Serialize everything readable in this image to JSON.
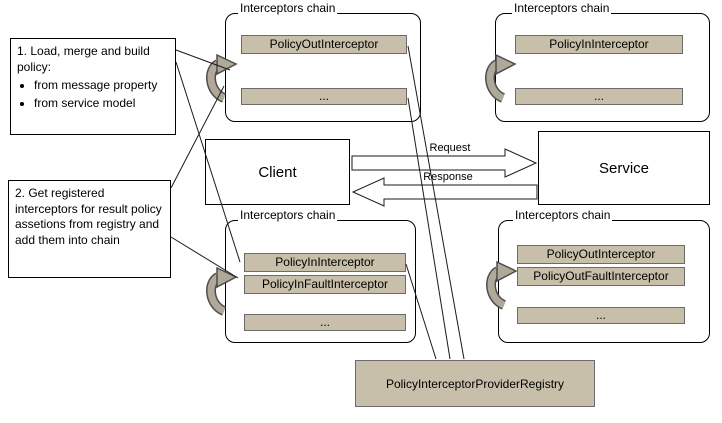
{
  "colors": {
    "box_fill": "#c8bfaa",
    "box_border": "#6b6b6b",
    "chain_border": "#000000",
    "connector_line": "#1a1a1a",
    "arrow_fill": "#ffffff",
    "curve_arrow": "#b0a899"
  },
  "notes": [
    {
      "title": "1. Load, merge and build policy:",
      "bullets": [
        "from message property",
        "from service model"
      ]
    },
    {
      "text": "2. Get registered interceptors for result policy assetions from registry and add them into chain"
    }
  ],
  "chains": [
    {
      "label": "Interceptors chain",
      "items": [
        "PolicyOutInterceptor"
      ],
      "more": "..."
    },
    {
      "label": "Interceptors chain",
      "items": [
        "PolicyInInterceptor"
      ],
      "more": "..."
    },
    {
      "label": "Interceptors chain",
      "items": [
        "PolicyInInterceptor",
        "PolicyInFaultInterceptor"
      ],
      "more": "..."
    },
    {
      "label": "Interceptors chain",
      "items": [
        "PolicyOutInterceptor",
        "PolicyOutFaultInterceptor"
      ],
      "more": "..."
    }
  ],
  "nodes": {
    "client": "Client",
    "service": "Service",
    "registry": "PolicyInterceptorProviderRegistry"
  },
  "messages": {
    "request": "Request",
    "response": "Response"
  }
}
